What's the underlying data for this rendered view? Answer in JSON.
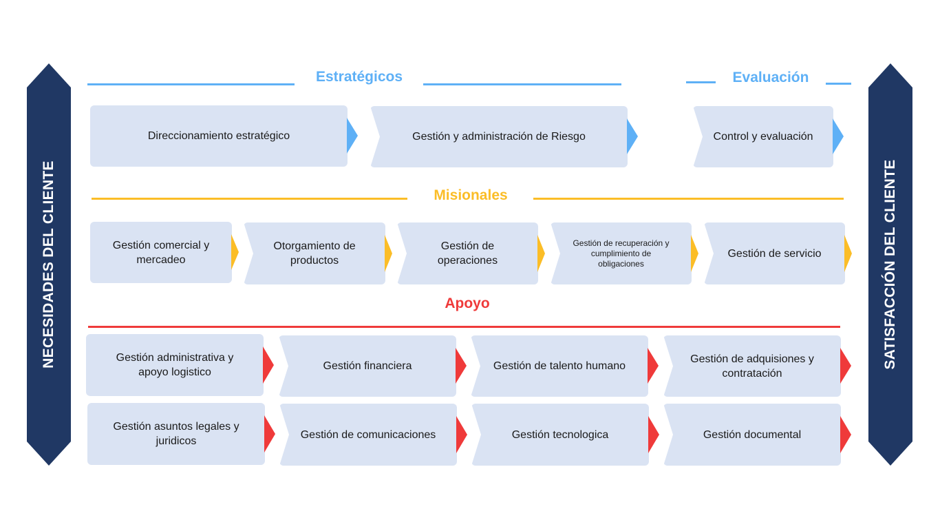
{
  "left_banner": "NECESIDADES DEL CLIENTE",
  "right_banner": "SATISFACCIÓN DEL CLIENTE",
  "colors": {
    "strategic": "#5eb0f6",
    "missional": "#fbbd27",
    "support": "#ef3a3a",
    "banner": "#203864",
    "box": "#dae3f3"
  },
  "sections": {
    "strategic": {
      "title": "Estratégicos",
      "items": [
        "Direccionamiento estratégico",
        "Gestión y administración de Riesgo"
      ]
    },
    "evaluation": {
      "title": "Evaluación",
      "items": [
        "Control y evaluación"
      ]
    },
    "missional": {
      "title": "Misionales",
      "items": [
        "Gestión comercial y mercadeo",
        "Otorgamiento de productos",
        "Gestión de operaciones",
        "Gestión de recuperación y cumplimiento de obligaciones",
        "Gestión de servicio"
      ]
    },
    "support": {
      "title": "Apoyo",
      "items": [
        "Gestión administrativa y apoyo logistico",
        "Gestión financiera",
        "Gestión de talento humano",
        "Gestión de adquisiones y contratación",
        "Gestión asuntos legales y juridicos",
        "Gestión de comunicaciones",
        "Gestión tecnologica",
        "Gestión documental"
      ]
    }
  }
}
